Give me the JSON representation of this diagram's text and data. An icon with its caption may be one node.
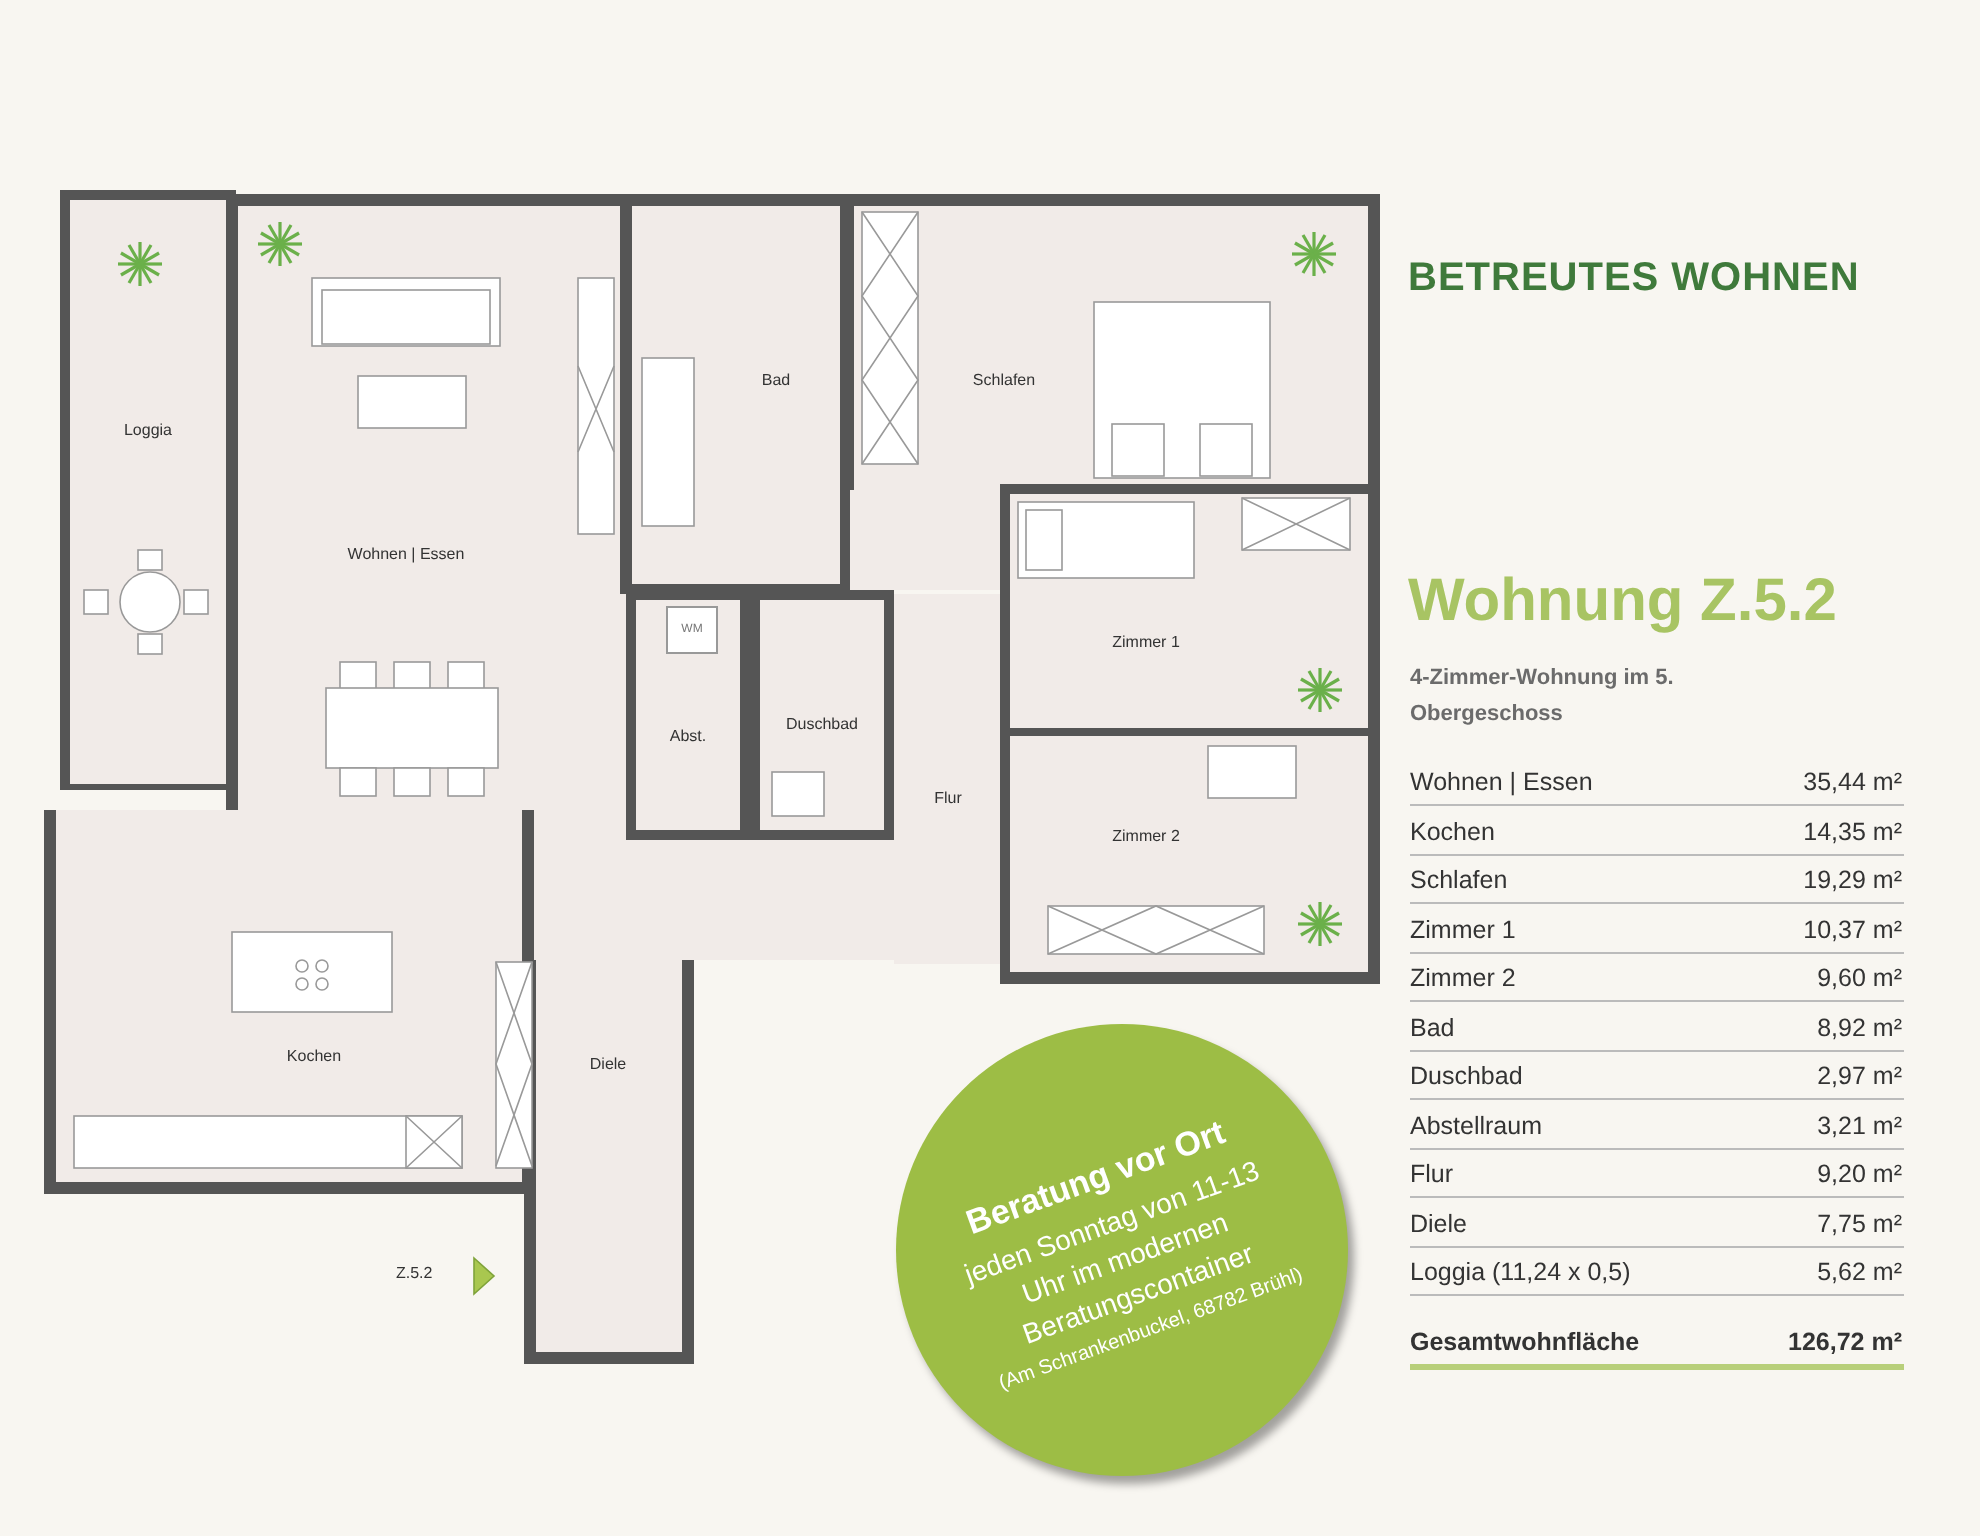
{
  "diagram": {
    "title": "Wohnung Z.5.2",
    "nodes": [
      {
        "text": [
          "Loggia"
        ]
      },
      {
        "text": [
          "Wohnen | Essen"
        ]
      },
      {
        "text": [
          "Bad"
        ]
      },
      {
        "text": [
          "Schlafen"
        ]
      },
      {
        "text": [
          "Abst."
        ]
      },
      {
        "text": [
          "Duschbad"
        ]
      },
      {
        "text": [
          "Zimmer 1"
        ]
      },
      {
        "text": [
          "Zimmer 2"
        ]
      },
      {
        "text": [
          "Flur"
        ]
      },
      {
        "text": [
          "Kochen"
        ]
      },
      {
        "text": [
          "Diele"
        ]
      },
      {
        "text": [
          "Beratung vor Ort",
          "jeden Sonntag von 11-13 Uhr im modernen Beratungscontainer",
          "(Am Schrankenbuckel, 68782 Brühl)"
        ]
      }
    ],
    "labels": [
      "BETREUTES WOHNEN",
      "4-Zimmer-Wohnung im 5. Obergeschoss",
      "Wohnen | Essen",
      "35,44 m²",
      "Kochen",
      "14,35 m²",
      "Schlafen",
      "19,29 m²",
      "Zimmer 1",
      "10,37 m²",
      "Zimmer 2",
      "9,60 m²",
      "Bad",
      "8,92 m²",
      "Duschbad",
      "2,97 m²",
      "Abstellraum",
      "3,21 m²",
      "Flur",
      "9,20 m²",
      "Diele",
      "7,75 m²",
      "Loggia (11,24 x 0,5)",
      "5,62 m²",
      "Gesamtwohnfläche",
      "126,72 m²",
      "Z.5.2",
      "WM"
    ]
  }
}
